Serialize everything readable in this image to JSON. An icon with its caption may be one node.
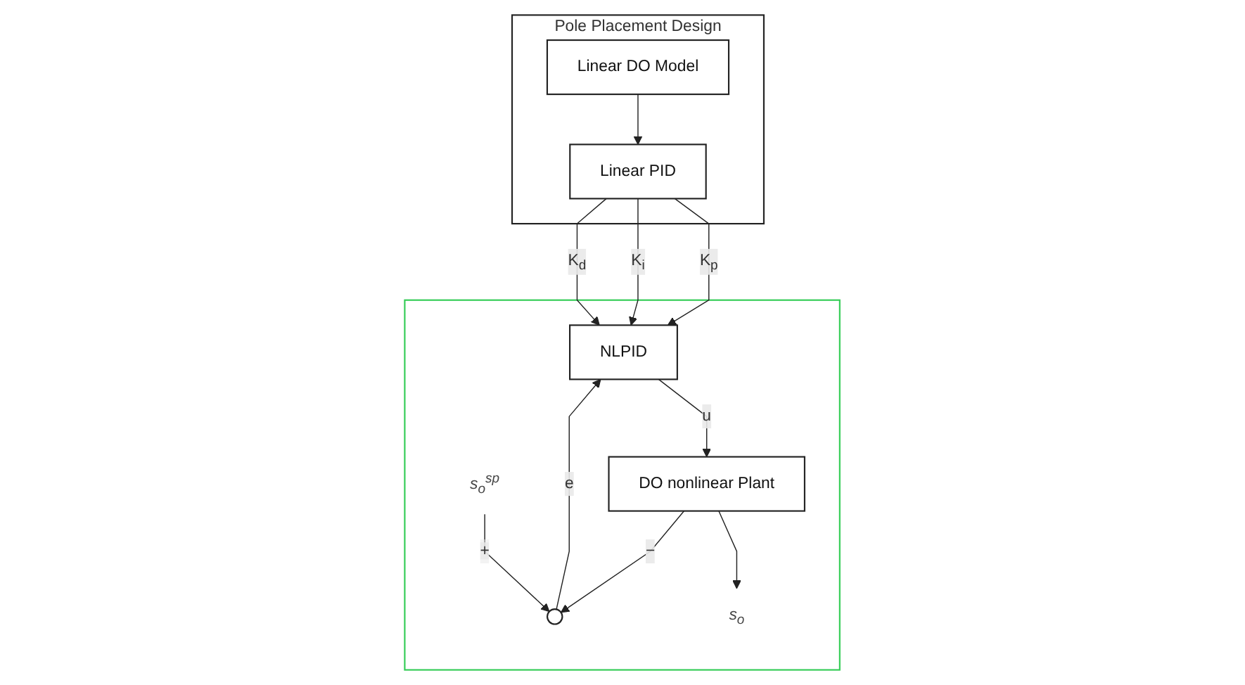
{
  "diagram": {
    "nodes": [
      {
        "text": [
          "Pole Placement Design"
        ]
      },
      {
        "text": [
          "Linear PID"
        ],
        "in": 0
      },
      {
        "text": [
          "Linear DO Model"
        ],
        "in": 0
      },
      {
        "text": [],
        "shape": "box"
      },
      {
        "text": [
          "s$_{o}$$^{sp}$"
        ],
        "in": 3
      },
      {
        "text": [],
        "shape": "circle",
        "in": 3
      },
      {
        "text": [
          "NLPID"
        ],
        "in": 3
      },
      {
        "text": [
          "DO nonlinear Plant"
        ],
        "in": 3
      },
      {
        "text": [
          "s$_{o}$"
        ],
        "in": 3
      }
    ],
    "edges": [
      {
        "from": 2,
        "to": 1,
        "arrow": "to"
      },
      {
        "from": 1,
        "to": 6,
        "arrow": "to",
        "label": "K$_{p}$"
      },
      {
        "from": 1,
        "to": 6,
        "arrow": "to",
        "label": "K$_{i}$"
      },
      {
        "from": 1,
        "to": 6,
        "arrow": "to",
        "label": "K$_{d}$"
      },
      {
        "from": 4,
        "to": 5,
        "arrow": "to",
        "label": "+"
      },
      {
        "from": 5,
        "to": 6,
        "arrow": "to",
        "label": "e"
      },
      {
        "from": 6,
        "to": 7,
        "arrow": "to",
        "label": "u"
      },
      {
        "from": 7,
        "to": 8,
        "arrow": "to"
      },
      {
        "from": 7,
        "to": 5,
        "arrow": "to",
        "label": "−"
      }
    ]
  }
}
